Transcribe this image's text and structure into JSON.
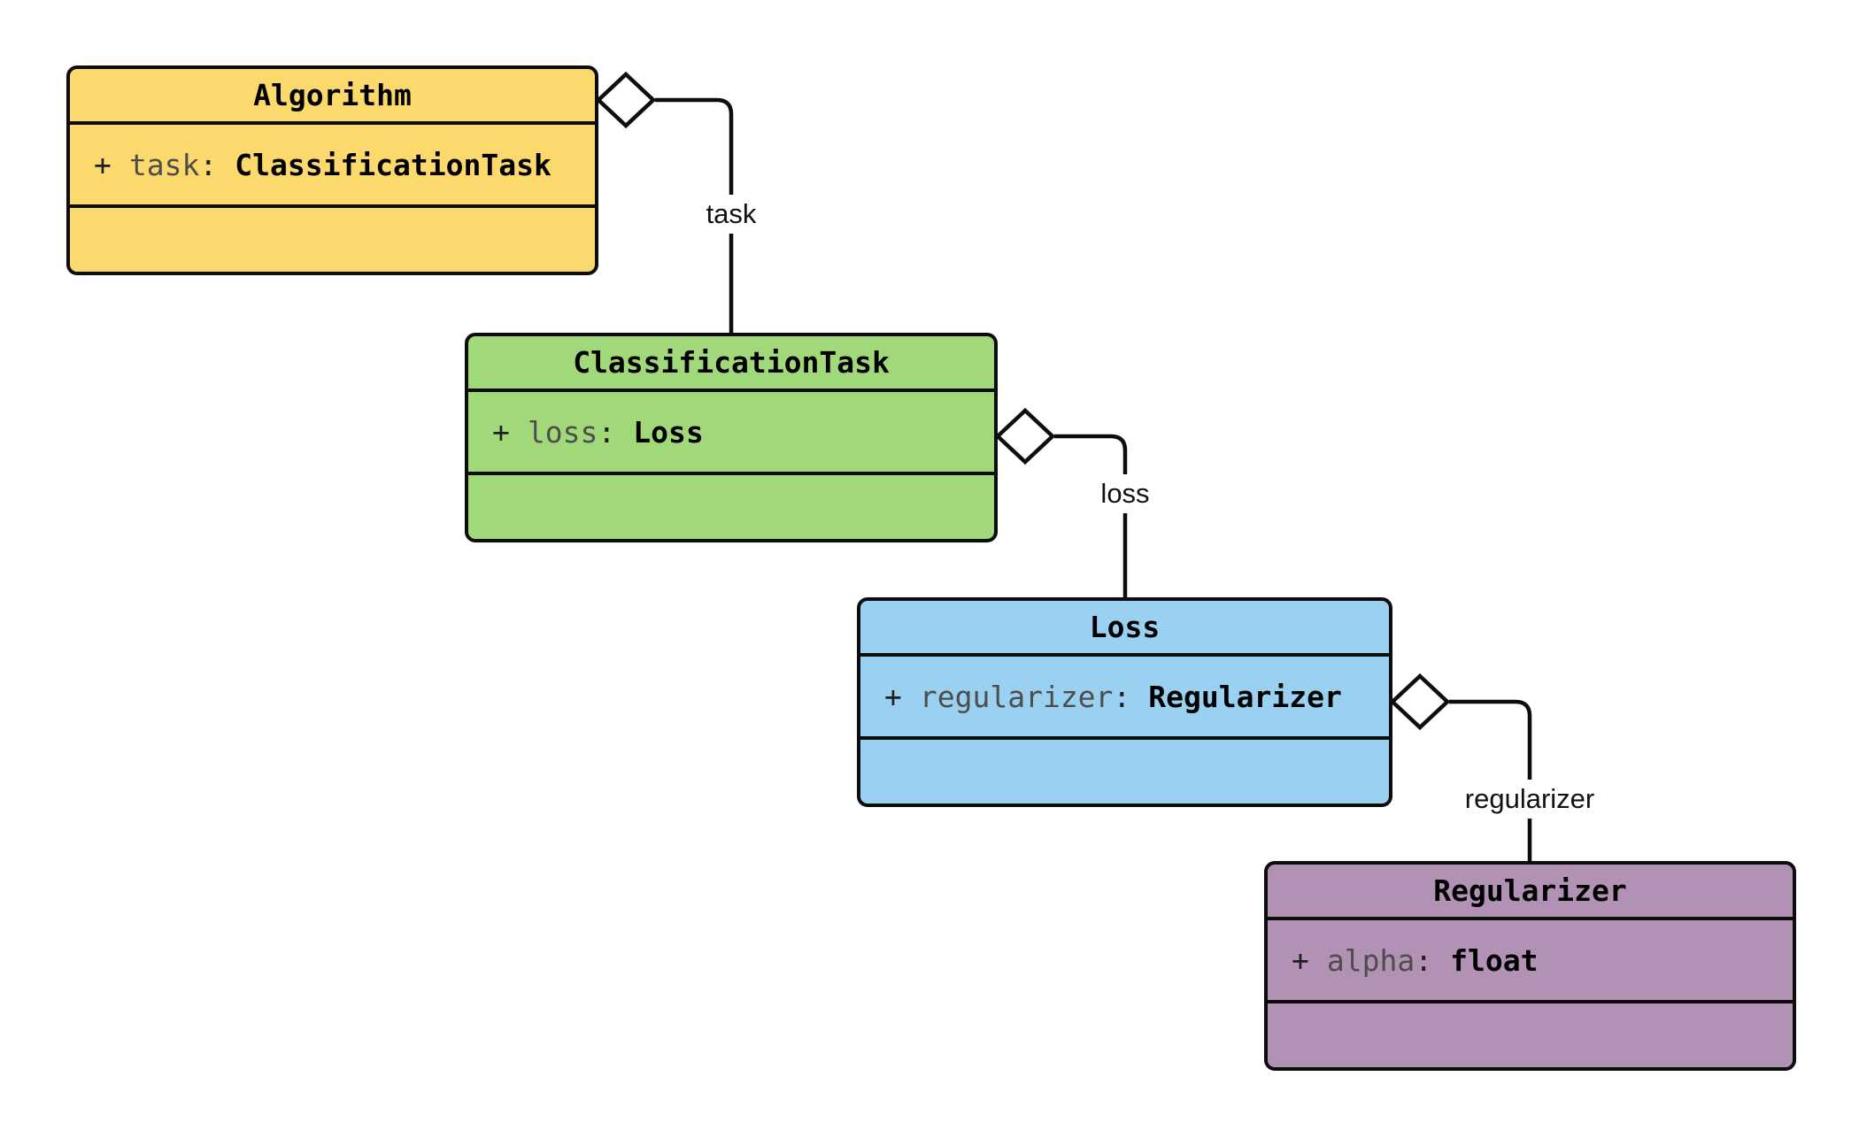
{
  "diagram": {
    "background": "#ffffff",
    "stroke_color": "#0d0d0d",
    "classes": [
      {
        "name": "Algorithm",
        "fill": "#FBD96D",
        "attribute": {
          "visibility": "+",
          "name": "task",
          "colon": ":",
          "type": "ClassificationTask"
        }
      },
      {
        "name": "ClassificationTask",
        "fill": "#A1D87A",
        "attribute": {
          "visibility": "+",
          "name": "loss",
          "colon": ":",
          "type": "Loss"
        }
      },
      {
        "name": "Loss",
        "fill": "#9AD1F0",
        "attribute": {
          "visibility": "+",
          "name": "regularizer",
          "colon": ":",
          "type": "Regularizer"
        }
      },
      {
        "name": "Regularizer",
        "fill": "#B292B4",
        "attribute": {
          "visibility": "+",
          "name": "alpha",
          "colon": ":",
          "type": "float"
        }
      }
    ],
    "edges": [
      {
        "label": "task",
        "from": "Algorithm",
        "to": "ClassificationTask",
        "kind": "aggregation"
      },
      {
        "label": "loss",
        "from": "ClassificationTask",
        "to": "Loss",
        "kind": "aggregation"
      },
      {
        "label": "regularizer",
        "from": "Loss",
        "to": "Regularizer",
        "kind": "aggregation"
      }
    ]
  }
}
